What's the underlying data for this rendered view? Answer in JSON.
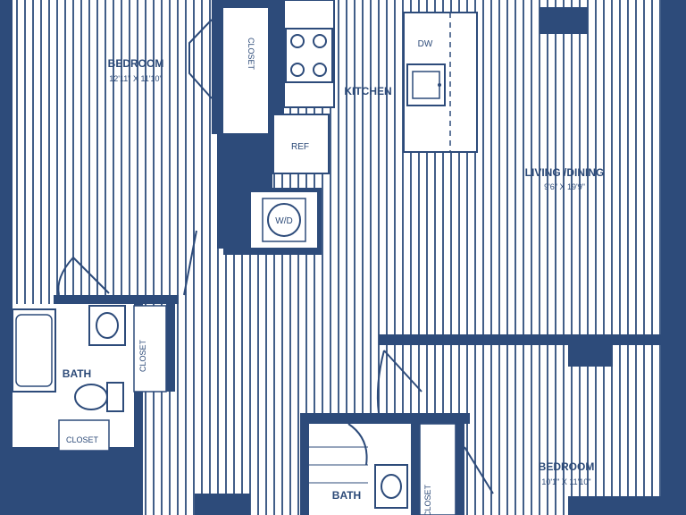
{
  "colors": {
    "wall": "#2d4b7a",
    "floor_line": "#2d4b7a",
    "background": "#ffffff",
    "fixture_fill": "#ffffff"
  },
  "rooms": {
    "bedroom_1": {
      "name": "BEDROOM",
      "dims": "12'11\" X 11'10\""
    },
    "kitchen": {
      "name": "KITCHEN"
    },
    "living_dining": {
      "name": "LIVING /DINING",
      "dims": "9'6\" X 19'9\""
    },
    "bath_1": {
      "name": "BATH"
    },
    "bath_2": {
      "name": "BATH"
    },
    "bedroom_2": {
      "name": "BEDROOM",
      "dims": "10'1\" X 11'10\""
    }
  },
  "fixtures": {
    "closet_top": "CLOSET",
    "closet_mid": "CLOSET",
    "closet_bath": "CLOSET",
    "closet_bottom": "CLOSET",
    "ref": "REF",
    "dw": "DW",
    "wd": "W/D"
  },
  "icons": [
    "range-icon",
    "sink-icon",
    "toilet-icon",
    "bathtub-icon",
    "washer-dryer-icon",
    "door-swing-icon"
  ]
}
